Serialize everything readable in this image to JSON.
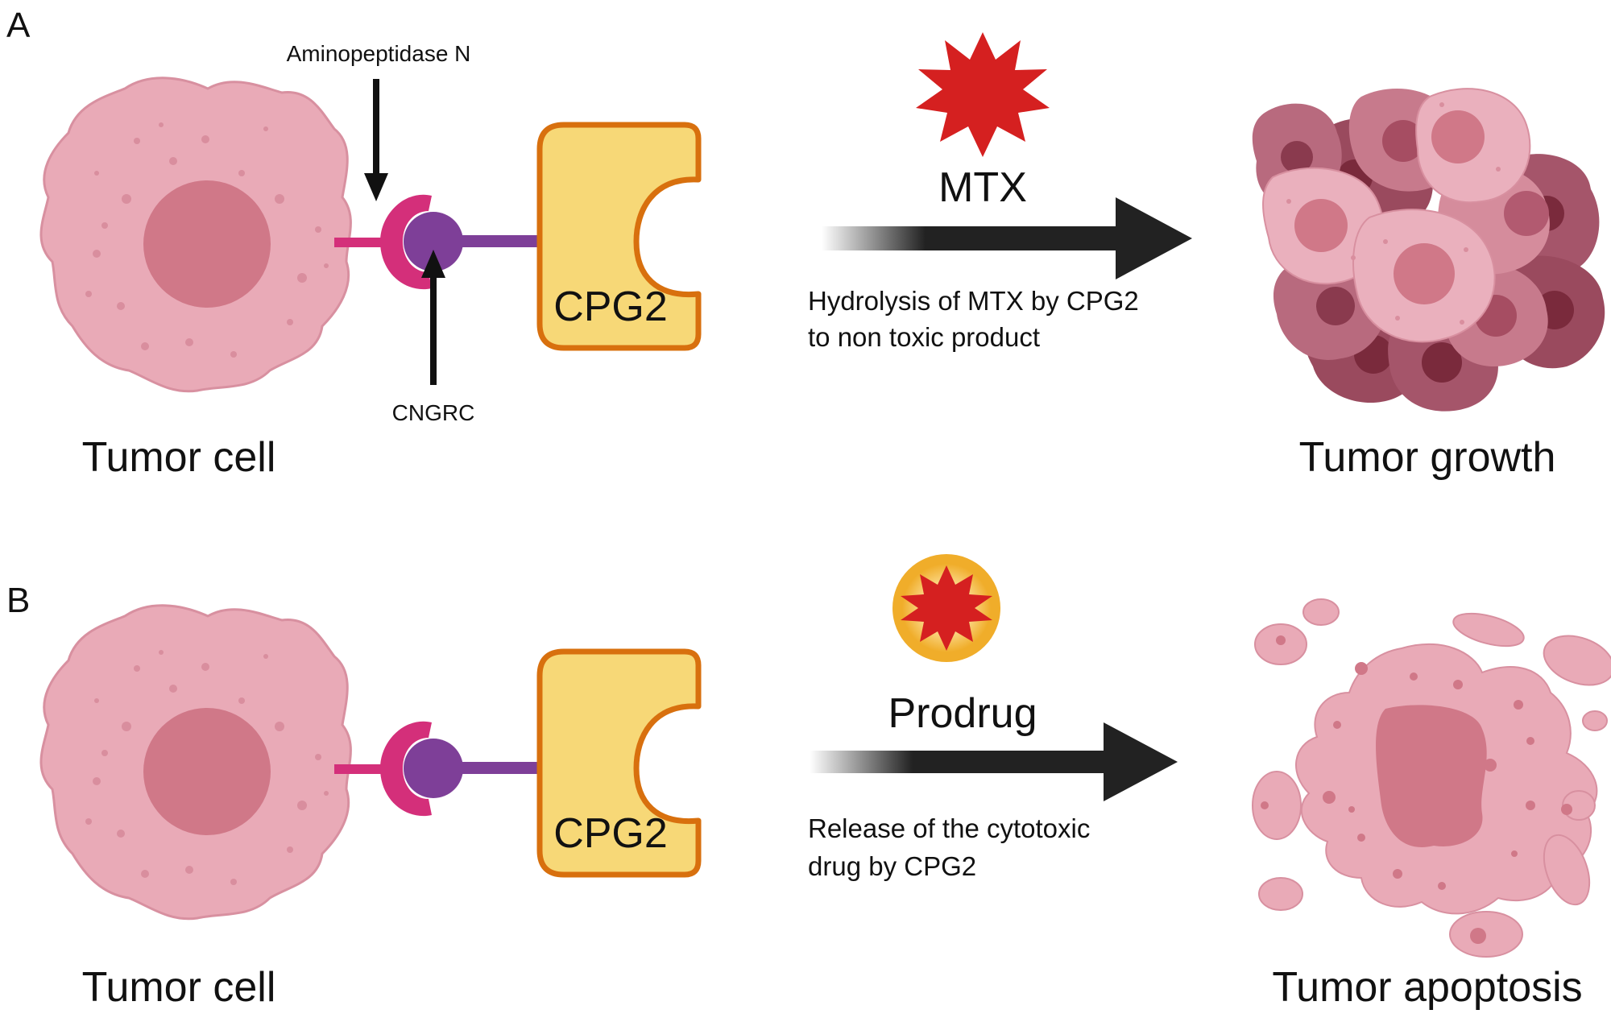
{
  "panel_a": {
    "letter": "A",
    "receptor_label": "Aminopeptidase N",
    "peptide_label": "CNGRC",
    "enzyme_label": "CPG2",
    "drug_label": "MTX",
    "caption_line1": "Hydrolysis of MTX by CPG2",
    "caption_line2": "to non toxic product",
    "cell_label": "Tumor cell",
    "outcome_label": "Tumor growth"
  },
  "panel_b": {
    "letter": "B",
    "enzyme_label": "CPG2",
    "drug_label": "Prodrug",
    "caption_line1": "Release of the cytotoxic",
    "caption_line2": "drug by CPG2",
    "cell_label": "Tumor cell",
    "outcome_label": "Tumor apoptosis"
  },
  "colors": {
    "cell_fill": "#e9aab7",
    "cell_stroke": "#d890a0",
    "nucleus": "#d07888",
    "receptor": "#d42f7a",
    "peptide": "#7e3f98",
    "enzyme_fill": "#f7d877",
    "enzyme_stroke": "#d8700e",
    "star": "#d52020",
    "capsule": "#f5c244",
    "arrow": "#222222"
  }
}
